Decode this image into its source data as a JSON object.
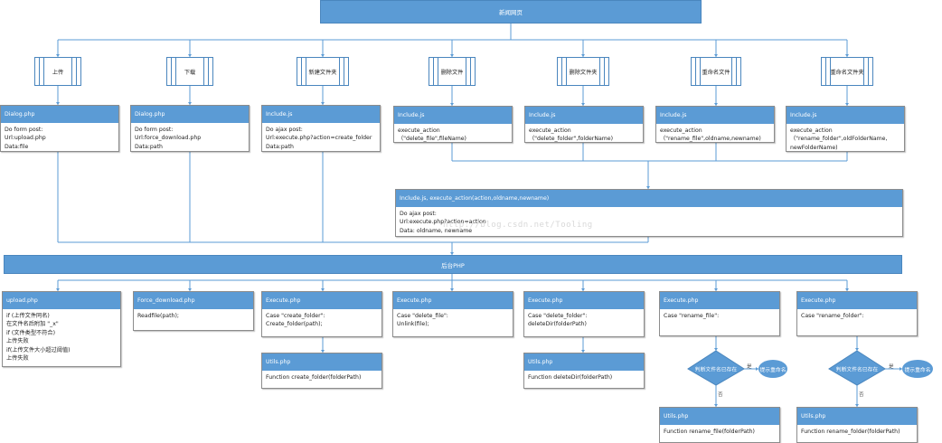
{
  "colors": {
    "accent": "#5b9bd5",
    "line": "#5b9bd5",
    "border": "#8c8c8c"
  },
  "top_title": "新闻网页",
  "backend_title": "后台PHP",
  "operations": [
    "上传",
    "下载",
    "新建文件夹",
    "删除文件",
    "删除文件夹",
    "重命名文件",
    "重命名文件夹"
  ],
  "frontend_cards": [
    {
      "title": "Dialog.php",
      "lines": [
        "Do form post:",
        "Url:upload.php",
        "Data:file"
      ]
    },
    {
      "title": "Dialog.php",
      "lines": [
        "Do form post:",
        "Url:force_download.php",
        "Data:path"
      ]
    },
    {
      "title": "Include.js",
      "lines": [
        "Do ajax post:",
        "Url:execute.php?action=create_folder",
        "Data:path"
      ]
    },
    {
      "title": "Include.js",
      "lines": [
        "execute_action",
        "（\"delete_file\",fileName)"
      ]
    },
    {
      "title": "Include.js",
      "lines": [
        "execute_action",
        "（\"delete_folder\",folderName)"
      ]
    },
    {
      "title": "Include.js",
      "lines": [
        "execute_action",
        "（\"rename_file\",oldname,newname)"
      ]
    },
    {
      "title": "Include.js",
      "lines": [
        "execute_action",
        "（\"rename_folder\",oldFolderName,",
        "newFolderName)"
      ]
    }
  ],
  "ajax_card": {
    "title": "Include.js, execute_action(action,oldname,newname)",
    "lines": [
      "Do ajax post:",
      "Url:execute.php?action=action",
      "Data: oldname, newname"
    ]
  },
  "watermark": "http://blog.csdn.net/Tooling",
  "backend_cards": [
    {
      "title": "upload.php",
      "lines": [
        "if (上传文件同名)",
        "在文件名后附加 \"_x\"",
        "if (文件类型不符合)",
        "上传失败",
        "if(上传文件大小超过阈值)",
        "上传失败"
      ]
    },
    {
      "title": "Force_download.php",
      "lines": [
        "Readfile(path);"
      ]
    },
    {
      "title": "Execute.php",
      "lines": [
        "Case \"create_folder\":",
        "Create_folder(path);"
      ]
    },
    {
      "title": "Execute.php",
      "lines": [
        "Case \"delete_file\":",
        "Unlink(file);"
      ]
    },
    {
      "title": "Execute.php",
      "lines": [
        "Case \"delete_folder\":",
        "deleteDir(folderPath)"
      ]
    },
    {
      "title": "Execute.php",
      "lines": [
        "Case \"rename_file\":"
      ]
    },
    {
      "title": "Execute.php",
      "lines": [
        "Case \"rename_folder\":"
      ]
    }
  ],
  "utils_cards": [
    {
      "title": "Utils.php",
      "lines": [
        "Function create_folder(folderPath)"
      ]
    },
    {
      "title": "Utils.php",
      "lines": [
        "Function deleteDir(folderPath)"
      ]
    },
    {
      "title": "Utils.php",
      "lines": [
        "Function rename_file(folderPath)"
      ]
    },
    {
      "title": "Utils.php",
      "lines": [
        "Function rename_folder(folderPath)"
      ]
    }
  ],
  "decisions": [
    {
      "text": "判断文件名已存在",
      "yes": "是",
      "no": "否",
      "result": "提示重命名"
    },
    {
      "text": "判断文件名已存在",
      "yes": "是",
      "no": "否",
      "result": "提示重命名"
    }
  ]
}
